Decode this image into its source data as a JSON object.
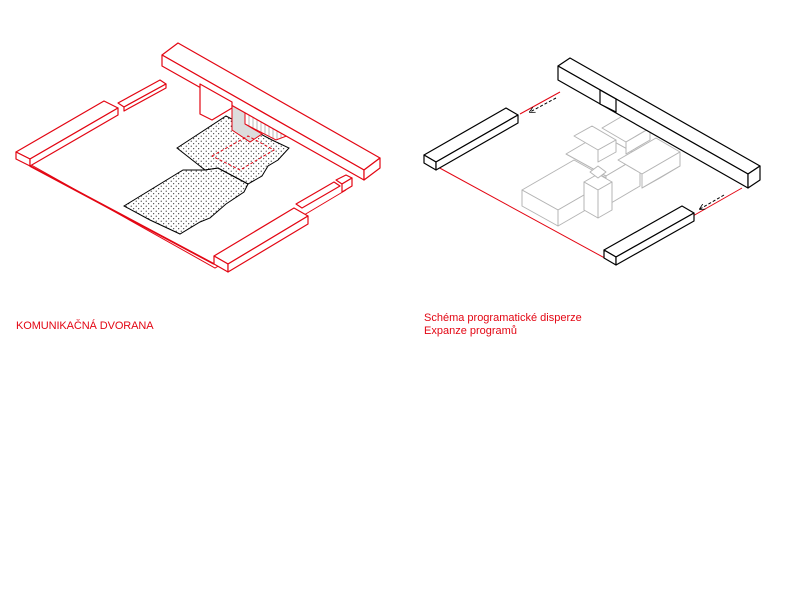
{
  "captions": {
    "left": "KOMUNIKAČNÁ DVORANA",
    "right_line1": "Schéma programatické disperze",
    "right_line2": "Expanze programů"
  },
  "colors": {
    "accent_red": "#e30613",
    "ink": "#000000",
    "program_grey": "#b5b5b5",
    "background": "#ffffff"
  }
}
